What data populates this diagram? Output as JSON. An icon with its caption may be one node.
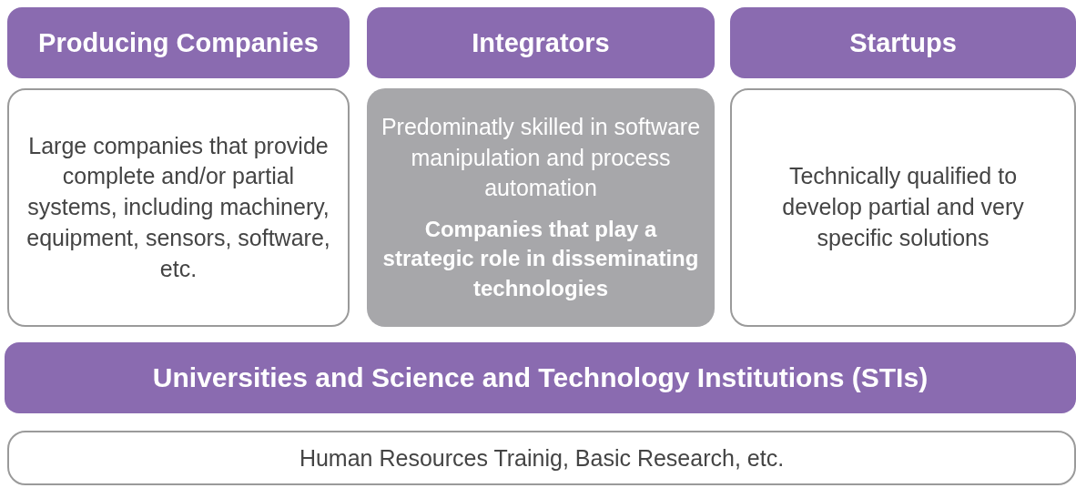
{
  "diagram": {
    "nodes": [
      {
        "text": [
          "Producing Companies"
        ]
      },
      {
        "text": [
          "Integrators"
        ]
      },
      {
        "text": [
          "Startups"
        ]
      },
      {
        "text": [
          "Large companies that provide complete and/or partial systems, including machinery, equipment, sensors, software, etc."
        ]
      },
      {
        "text": [
          "Predominatly skilled in software manipulation and process automation",
          "Companies that play a strategic role in disseminating technologies"
        ]
      },
      {
        "text": [
          "Technically qualified to develop partial and very specific solutions"
        ]
      },
      {
        "text": [
          "Universities and Science and Technology Institutions (STIs)"
        ]
      },
      {
        "text": [
          "Human Resources Trainig, Basic Research, etc."
        ]
      }
    ]
  }
}
